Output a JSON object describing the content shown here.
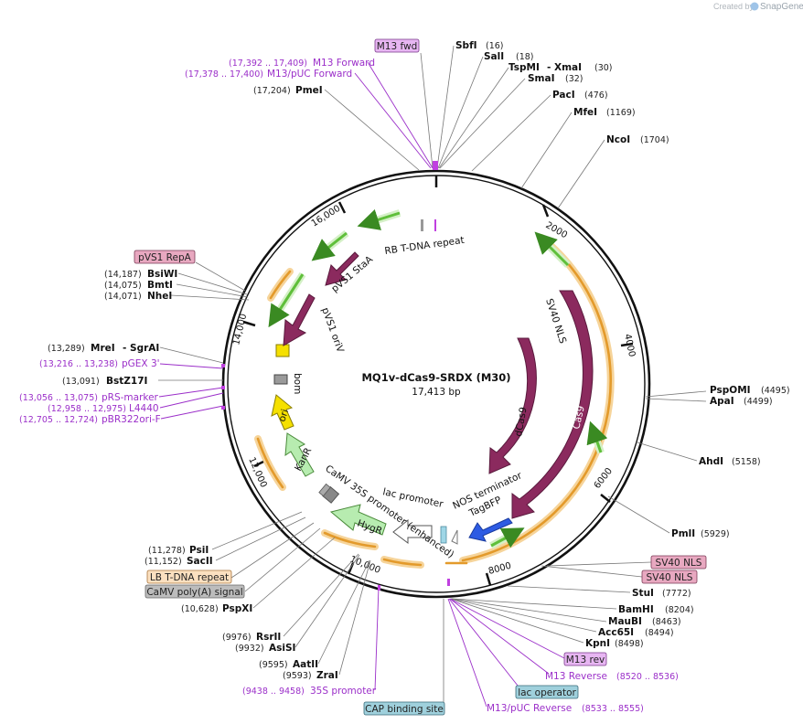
{
  "credit": {
    "prefix": "Created by",
    "brand": "SnapGene"
  },
  "plasmid": {
    "name": "MQ1v-dCas9-SRDX (M30)",
    "length": "17,413 bp"
  },
  "ticks": [
    "2000",
    "4000",
    "6000",
    "8000",
    "10,000",
    "12,000",
    "14,000",
    "16,000"
  ],
  "enzymes": [
    {
      "name": "SbfI",
      "pos": "(16)"
    },
    {
      "name": "SalI",
      "pos": "(18)"
    },
    {
      "name": "TspMI",
      "sep": "- XmaI",
      "pos": "(30)"
    },
    {
      "name": "SmaI",
      "pos": "(32)"
    },
    {
      "name": "PacI",
      "pos": "(476)"
    },
    {
      "name": "MfeI",
      "pos": "(1169)"
    },
    {
      "name": "NcoI",
      "pos": "(1704)"
    },
    {
      "name": "PspOMI",
      "pos": "(4495)"
    },
    {
      "name": "ApaI",
      "pos": "(4499)"
    },
    {
      "name": "AhdI",
      "pos": "(5158)"
    },
    {
      "name": "PmlI",
      "pos": "(5929)"
    },
    {
      "name": "StuI",
      "pos": "(7772)"
    },
    {
      "name": "BamHI",
      "pos": "(8204)"
    },
    {
      "name": "MauBI",
      "pos": "(8463)"
    },
    {
      "name": "Acc65I",
      "pos": "(8494)"
    },
    {
      "name": "KpnI",
      "pos": "(8498)"
    },
    {
      "name": "PmeI",
      "pos": "(17,204)"
    },
    {
      "name": "BsiWI",
      "pos": "(14,187)"
    },
    {
      "name": "BmtI",
      "pos": "(14,075)"
    },
    {
      "name": "NheI",
      "pos": "(14,071)"
    },
    {
      "name": "MreI",
      "sep": "- SgrAI",
      "pos": "(13,289)"
    },
    {
      "name": "BstZ17I",
      "pos": "(13,091)"
    },
    {
      "name": "PsiI",
      "pos": "(11,278)"
    },
    {
      "name": "SacII",
      "pos": "(11,152)"
    },
    {
      "name": "PspXI",
      "pos": "(10,628)"
    },
    {
      "name": "RsrII",
      "pos": "(9976)"
    },
    {
      "name": "AsiSI",
      "pos": "(9932)"
    },
    {
      "name": "AatII",
      "pos": "(9595)"
    },
    {
      "name": "ZraI",
      "pos": "(9593)"
    }
  ],
  "primers": [
    {
      "name": "M13 Forward",
      "pos": "(17,392 .. 17,409)"
    },
    {
      "name": "M13/pUC Forward",
      "pos": "(17,378 .. 17,400)"
    },
    {
      "name": "pGEX 3'",
      "pos": "(13,216 .. 13,238)"
    },
    {
      "name": "pRS-marker",
      "pos": "(13,056 .. 13,075)"
    },
    {
      "name": "L4440",
      "pos": "(12,958 .. 12,975)"
    },
    {
      "name": "pBR322ori-F",
      "pos": "(12,705 .. 12,724)"
    },
    {
      "name": "35S promoter",
      "pos": "(9438 .. 9458)"
    },
    {
      "name": "M13 Reverse",
      "pos": "(8520 .. 8536)"
    },
    {
      "name": "M13/pUC Reverse",
      "pos": "(8533 .. 8555)"
    }
  ],
  "boxed": {
    "m13fwd": "M13 fwd",
    "pvs1repa": "pVS1 RepA",
    "sv40a": "SV40 NLS",
    "sv40b": "SV40 NLS",
    "m13rev": "M13 rev",
    "lacop": "lac operator",
    "cap": "CAP binding site",
    "lbtdna": "LB T-DNA repeat",
    "camvpa": "CaMV poly(A) signal"
  },
  "features": {
    "rb": "RB T-DNA repeat",
    "stab": "pVS1 StaA",
    "oriv": "pVS1 oriV",
    "bom": "bom",
    "ori": "ori",
    "kanr": "KanR",
    "camv35s": "CaMV 35S promoter (enhanced)",
    "hygr": "HygR",
    "lacprom": "lac promoter",
    "nos": "NOS terminator",
    "tagbfp": "TagBFP",
    "sv40nls": "SV40 NLS",
    "dcas9": "dCas9",
    "cas9": "Cas9"
  },
  "colors": {
    "cas9": "#8b2a5e",
    "tagbfp": "#2d5be3",
    "hygr": "#b7ecb0",
    "kanr": "#b7ecb0",
    "ori": "#f5e000",
    "primer": "#9b2fc9",
    "orange_arc": "#e39a2b",
    "green_arrow": "#5fbf3a"
  }
}
